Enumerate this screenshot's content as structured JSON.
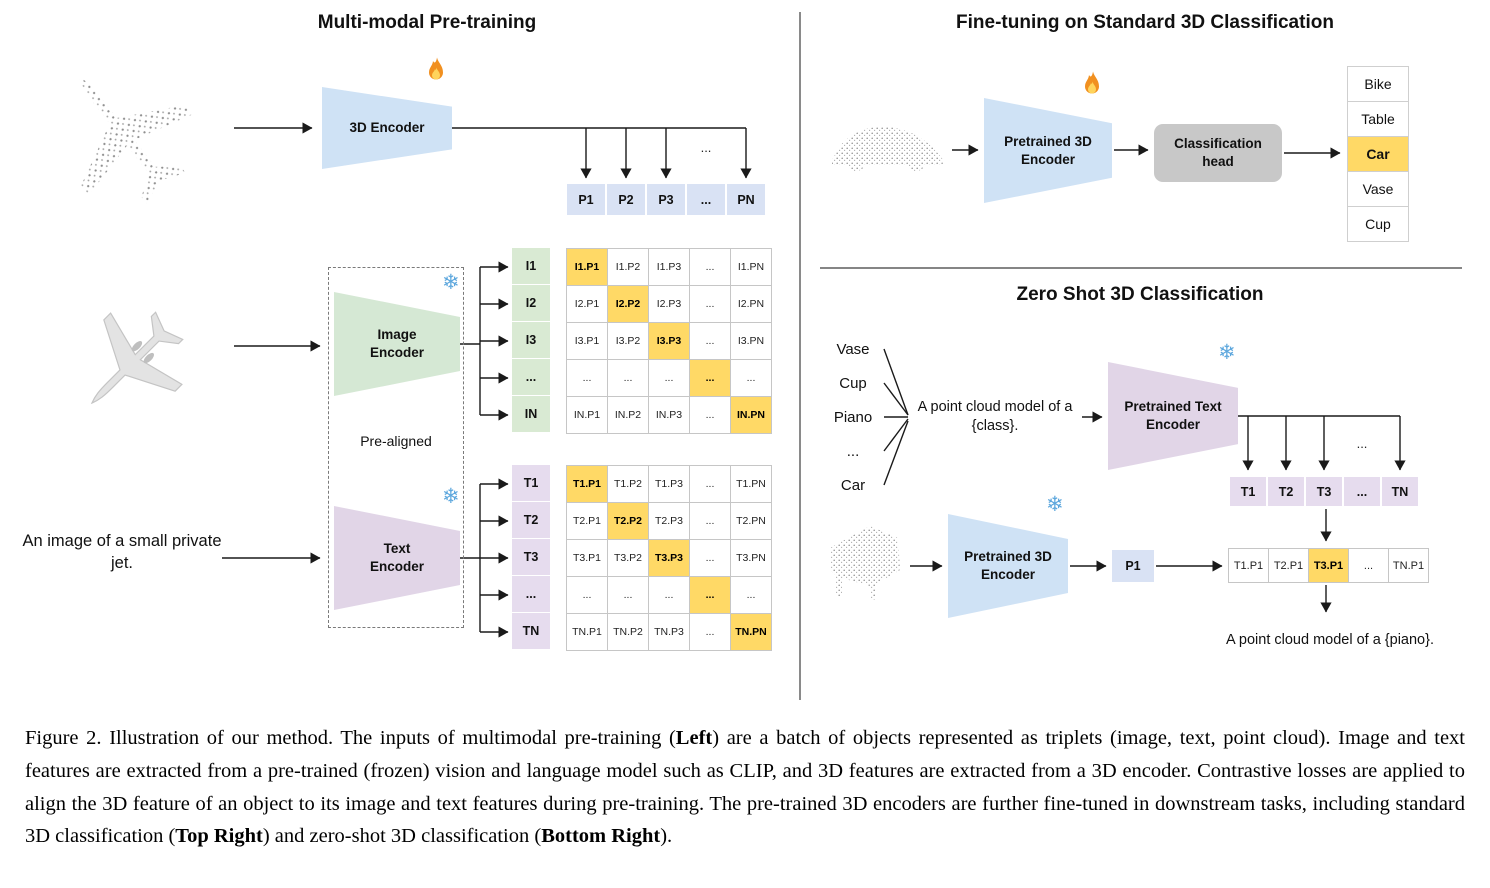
{
  "pretraining": {
    "title": "Multi-modal Pre-training",
    "encoder_3d_label": "3D Encoder",
    "image_encoder_label": "Image Encoder",
    "text_encoder_label": "Text Encoder",
    "pre_aligned_label": "Pre-aligned",
    "input_text": "An image of a small private jet.",
    "wire_ellipsis": "...",
    "p_row": [
      "P1",
      "P2",
      "P3",
      "...",
      "PN"
    ],
    "i_col": [
      "I1",
      "I2",
      "I3",
      "...",
      "IN"
    ],
    "t_col": [
      "T1",
      "T2",
      "T3",
      "...",
      "TN"
    ],
    "i_matrix": [
      [
        "I1.P1",
        "I1.P2",
        "I1.P3",
        "...",
        "I1.PN"
      ],
      [
        "I2.P1",
        "I2.P2",
        "I2.P3",
        "...",
        "I2.PN"
      ],
      [
        "I3.P1",
        "I3.P2",
        "I3.P3",
        "...",
        "I3.PN"
      ],
      [
        "...",
        "...",
        "...",
        "...",
        "..."
      ],
      [
        "IN.P1",
        "IN.P2",
        "IN.P3",
        "...",
        "IN.PN"
      ]
    ],
    "t_matrix": [
      [
        "T1.P1",
        "T1.P2",
        "T1.P3",
        "...",
        "T1.PN"
      ],
      [
        "T2.P1",
        "T2.P2",
        "T2.P3",
        "...",
        "T2.PN"
      ],
      [
        "T3.P1",
        "T3.P2",
        "T3.P3",
        "...",
        "T3.PN"
      ],
      [
        "...",
        "...",
        "...",
        "...",
        "..."
      ],
      [
        "TN.P1",
        "TN.P2",
        "TN.P3",
        "...",
        "TN.PN"
      ]
    ]
  },
  "finetuning": {
    "title": "Fine-tuning on Standard 3D Classification",
    "encoder_label": "Pretrained 3D Encoder",
    "head_label": "Classification head",
    "classes": [
      {
        "label": "Bike",
        "highlight": false
      },
      {
        "label": "Table",
        "highlight": false
      },
      {
        "label": "Car",
        "highlight": true
      },
      {
        "label": "Vase",
        "highlight": false
      },
      {
        "label": "Cup",
        "highlight": false
      }
    ]
  },
  "zeroshot": {
    "title": "Zero Shot 3D Classification",
    "class_words": [
      "Vase",
      "Cup",
      "Piano",
      "...",
      "Car"
    ],
    "prompt_text": "A point cloud model of a {class}.",
    "text_encoder_label": "Pretrained Text Encoder",
    "encoder_3d_label": "Pretrained 3D Encoder",
    "wire_ellipsis": "...",
    "t_row": [
      "T1",
      "T2",
      "T3",
      "...",
      "TN"
    ],
    "p_cell": "P1",
    "result_row": [
      {
        "label": "T1.P1",
        "highlight": false
      },
      {
        "label": "T2.P1",
        "highlight": false
      },
      {
        "label": "T3.P1",
        "highlight": true
      },
      {
        "label": "...",
        "highlight": false
      },
      {
        "label": "TN.P1",
        "highlight": false
      }
    ],
    "output_text": "A point cloud model of a {piano}."
  },
  "icons": {
    "snowflake": "❄",
    "flame": "🔥"
  },
  "colors": {
    "encoder_blue": "#cfe2f5",
    "encoder_green": "#d5e8d4",
    "encoder_purple": "#e1d5e7",
    "highlight_yellow": "#ffd966",
    "head_gray": "#c8c8c8",
    "cell_blue": "#d9e2f4",
    "cell_green": "#d9ead3",
    "cell_purple": "#e6dcee"
  },
  "caption": {
    "segments": [
      {
        "text": "Figure 2. Illustration of our method. The inputs of multimodal pre-training (",
        "bold": false
      },
      {
        "text": "Left",
        "bold": true
      },
      {
        "text": ") are a batch of objects represented as triplets (image, text, point cloud). Image and text features are extracted from a pre-trained (frozen) vision and language model such as CLIP, and 3D features are extracted from a 3D encoder. Contrastive losses are applied to align the 3D feature of an object to its image and text features during pre-training. The pre-trained 3D encoders are further fine-tuned in downstream tasks, including standard 3D classification (",
        "bold": false
      },
      {
        "text": "Top Right",
        "bold": true
      },
      {
        "text": ") and zero-shot 3D classification (",
        "bold": false
      },
      {
        "text": "Bottom Right",
        "bold": true
      },
      {
        "text": ").",
        "bold": false
      }
    ]
  }
}
